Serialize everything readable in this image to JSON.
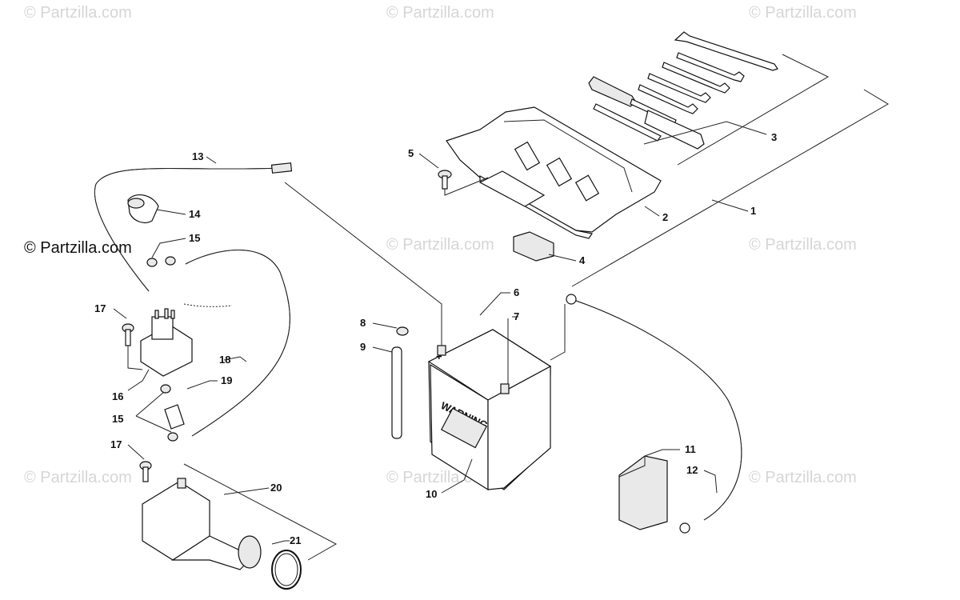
{
  "watermarks": [
    "© Partzilla.com",
    "© Partzilla.com",
    "© Partzilla.com",
    "© Partzilla.com",
    "© Partzilla.com",
    "© Partzilla.com",
    "© Partzilla.com",
    "© Partzilla.com",
    "© Partzilla.com"
  ],
  "watermark_prominent": "© Partzilla.com",
  "callouts": {
    "c1": "1",
    "c2": "2",
    "c3": "3",
    "c4": "4",
    "c5": "5",
    "c6": "6",
    "c7": "7",
    "c8": "8",
    "c9": "9",
    "c10": "10",
    "c11": "11",
    "c12": "12",
    "c13": "13",
    "c14": "14",
    "c15a": "15",
    "c15b": "15",
    "c16": "16",
    "c17a": "17",
    "c17b": "17",
    "c18": "18",
    "c19": "19",
    "c20": "20",
    "c21": "21"
  },
  "battery_label": "WARNING",
  "battery_terminal": "+"
}
